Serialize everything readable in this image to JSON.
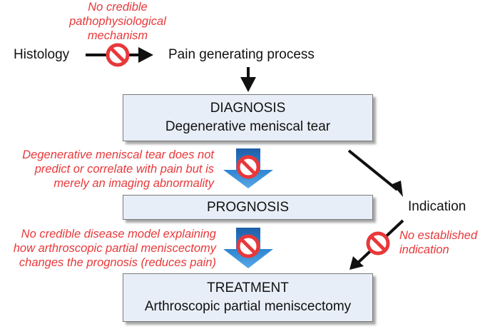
{
  "nodes": {
    "histology": "Histology",
    "pain_process": "Pain generating process",
    "indication": "Indication"
  },
  "boxes": {
    "diagnosis": {
      "title": "DIAGNOSIS",
      "subtitle": "Degenerative meniscal tear"
    },
    "prognosis": {
      "title": "PROGNOSIS"
    },
    "treatment": {
      "title": "TREATMENT",
      "subtitle": "Arthroscopic partial meniscectomy"
    }
  },
  "notes": {
    "no_mechanism": "No credible\npathophysiological\nmechanism",
    "tear_not_predict": "Degenerative meniscal tear does not\npredict or correlate with pain but is\nmerely an imaging abnormality",
    "no_disease_model": "No credible disease model explaining\nhow arthroscopic partial meniscectomy\nchanges the prognosis (reduces pain)",
    "no_indication": "No established\nindication"
  },
  "colors": {
    "note_red": "#e8383a",
    "box_fill": "#e8eef7",
    "block_arrow_blue": "#2a7fc8",
    "prohibition_red": "#e8383a"
  },
  "icons": [
    "prohibition-icon",
    "arrow-icon",
    "block-arrow-icon"
  ]
}
